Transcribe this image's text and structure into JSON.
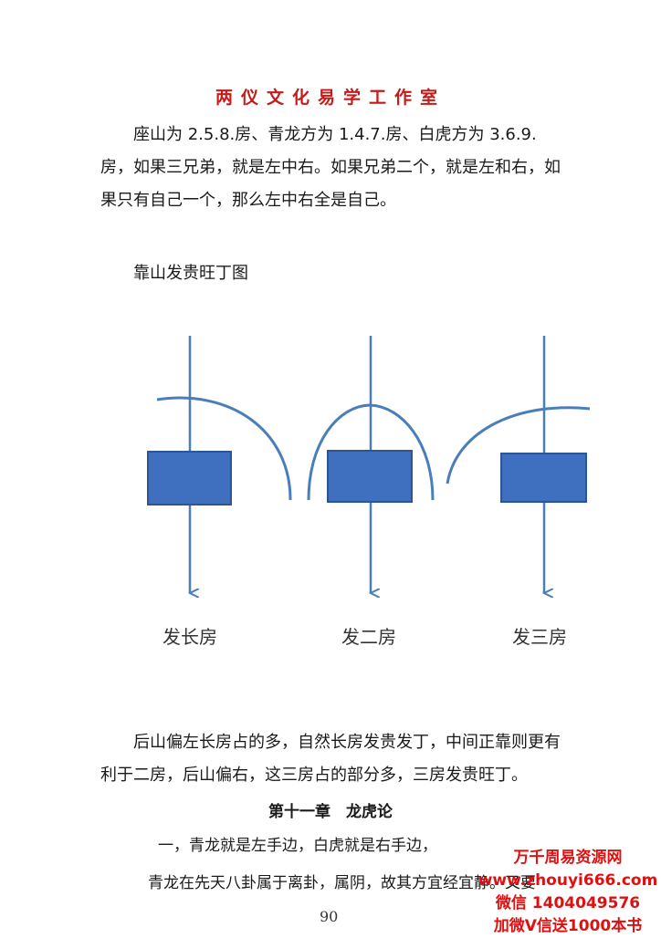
{
  "header": {
    "title": "两仪文化易学工作室"
  },
  "paragraph1": "座山为 2.5.8.房、青龙方为 1.4.7.房、白虎方为 3.6.9.房，如果三兄弟，就是左中右。如果兄弟二个，就是左和右，如果只有自己一个，那么左中右全是自己。",
  "caption": "靠山发贵旺丁图",
  "diagram": {
    "labels": [
      "发长房",
      "发二房",
      "发三房"
    ],
    "colors": {
      "line": "#4a7ebb",
      "box_fill": "#3f6fbf",
      "box_stroke": "#2c5595"
    }
  },
  "paragraph2": "后山偏左长房占的多，自然长房发贵发丁，中间正靠则更有利于二房，后山偏右，这三房占的部分多，三房发贵旺丁。",
  "chapter_title": "第十一章　龙虎论",
  "paragraph3": "一，青龙就是左手边，白虎就是右手边，",
  "paragraph4": "青龙在先天八卦属于离卦，属阴，故其方宜经宜静。又要",
  "page_number": "90",
  "watermark": {
    "line1": "万千周易资源网",
    "line2": "www.zhouyi666.com",
    "line3": "微信 1404049576",
    "line4": "加微V信送1000本书"
  }
}
